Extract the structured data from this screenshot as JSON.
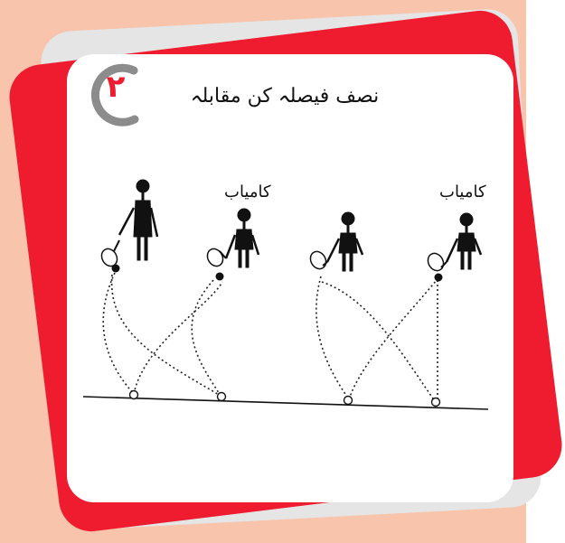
{
  "badge": {
    "number": "۲"
  },
  "title": "نصف فیصلہ کن مقابلہ",
  "labels": {
    "left": "کامیاب",
    "right": "کامیاب"
  },
  "colors": {
    "peach": "#f8c4ab",
    "red": "#ee1c2e",
    "gray": "#e5e5e5",
    "ring": "#8c8c8c"
  }
}
